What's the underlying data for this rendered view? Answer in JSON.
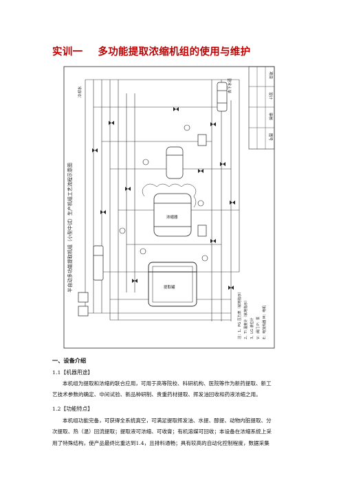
{
  "doc": {
    "title_number": "实训一",
    "title_text": "多功能提取浓缩机组的使用与维护"
  },
  "figure": {
    "diagram_title": "半自动多功能提取机组（小型中试）生产机组工艺流程示意图",
    "top_right_label": "去下水道",
    "top_left_label": "冷却水",
    "vessel_label_1": "提取罐",
    "vessel_label_2": "浓缩器",
    "notes": [
      "注：1、PG 压力表（就地指示）",
      "2、TI 温度计（就地指示）",
      "3、LG 液位计",
      "V：阀门  P：泵",
      "E：电加热器  M：电机"
    ],
    "title_block": [
      "项目",
      "设计",
      "审核",
      "图号"
    ]
  },
  "section1": {
    "heading": "一、设备介绍",
    "sub1_heading": "1.1【机器用途】",
    "sub1_lines": [
      "本机组为提取和浓缩的联合应用，可用于高等院校、科研机构、医院等作为新药提取、新工",
      "艺技术参数的确定、中间试验、新品种研制、贵重药材提取、挥发油回收和药液浓缩之用。"
    ],
    "sub2_heading": "1.2【功能特点】",
    "sub2_lines": [
      "本机组功能完备，可获得全系统真空，可满足提取挥发油、水提、醇提、动物内脏提取、分",
      "次提取、热（温）回流提取；提取液可浓缩、可收膏；有机溶媒可回收；本设备在浓缩系统上采",
      "用了特殊结构，使产品最终比重达到1.4，且排料通畅；具有较高的自动化控制程度，数据采集"
    ]
  }
}
